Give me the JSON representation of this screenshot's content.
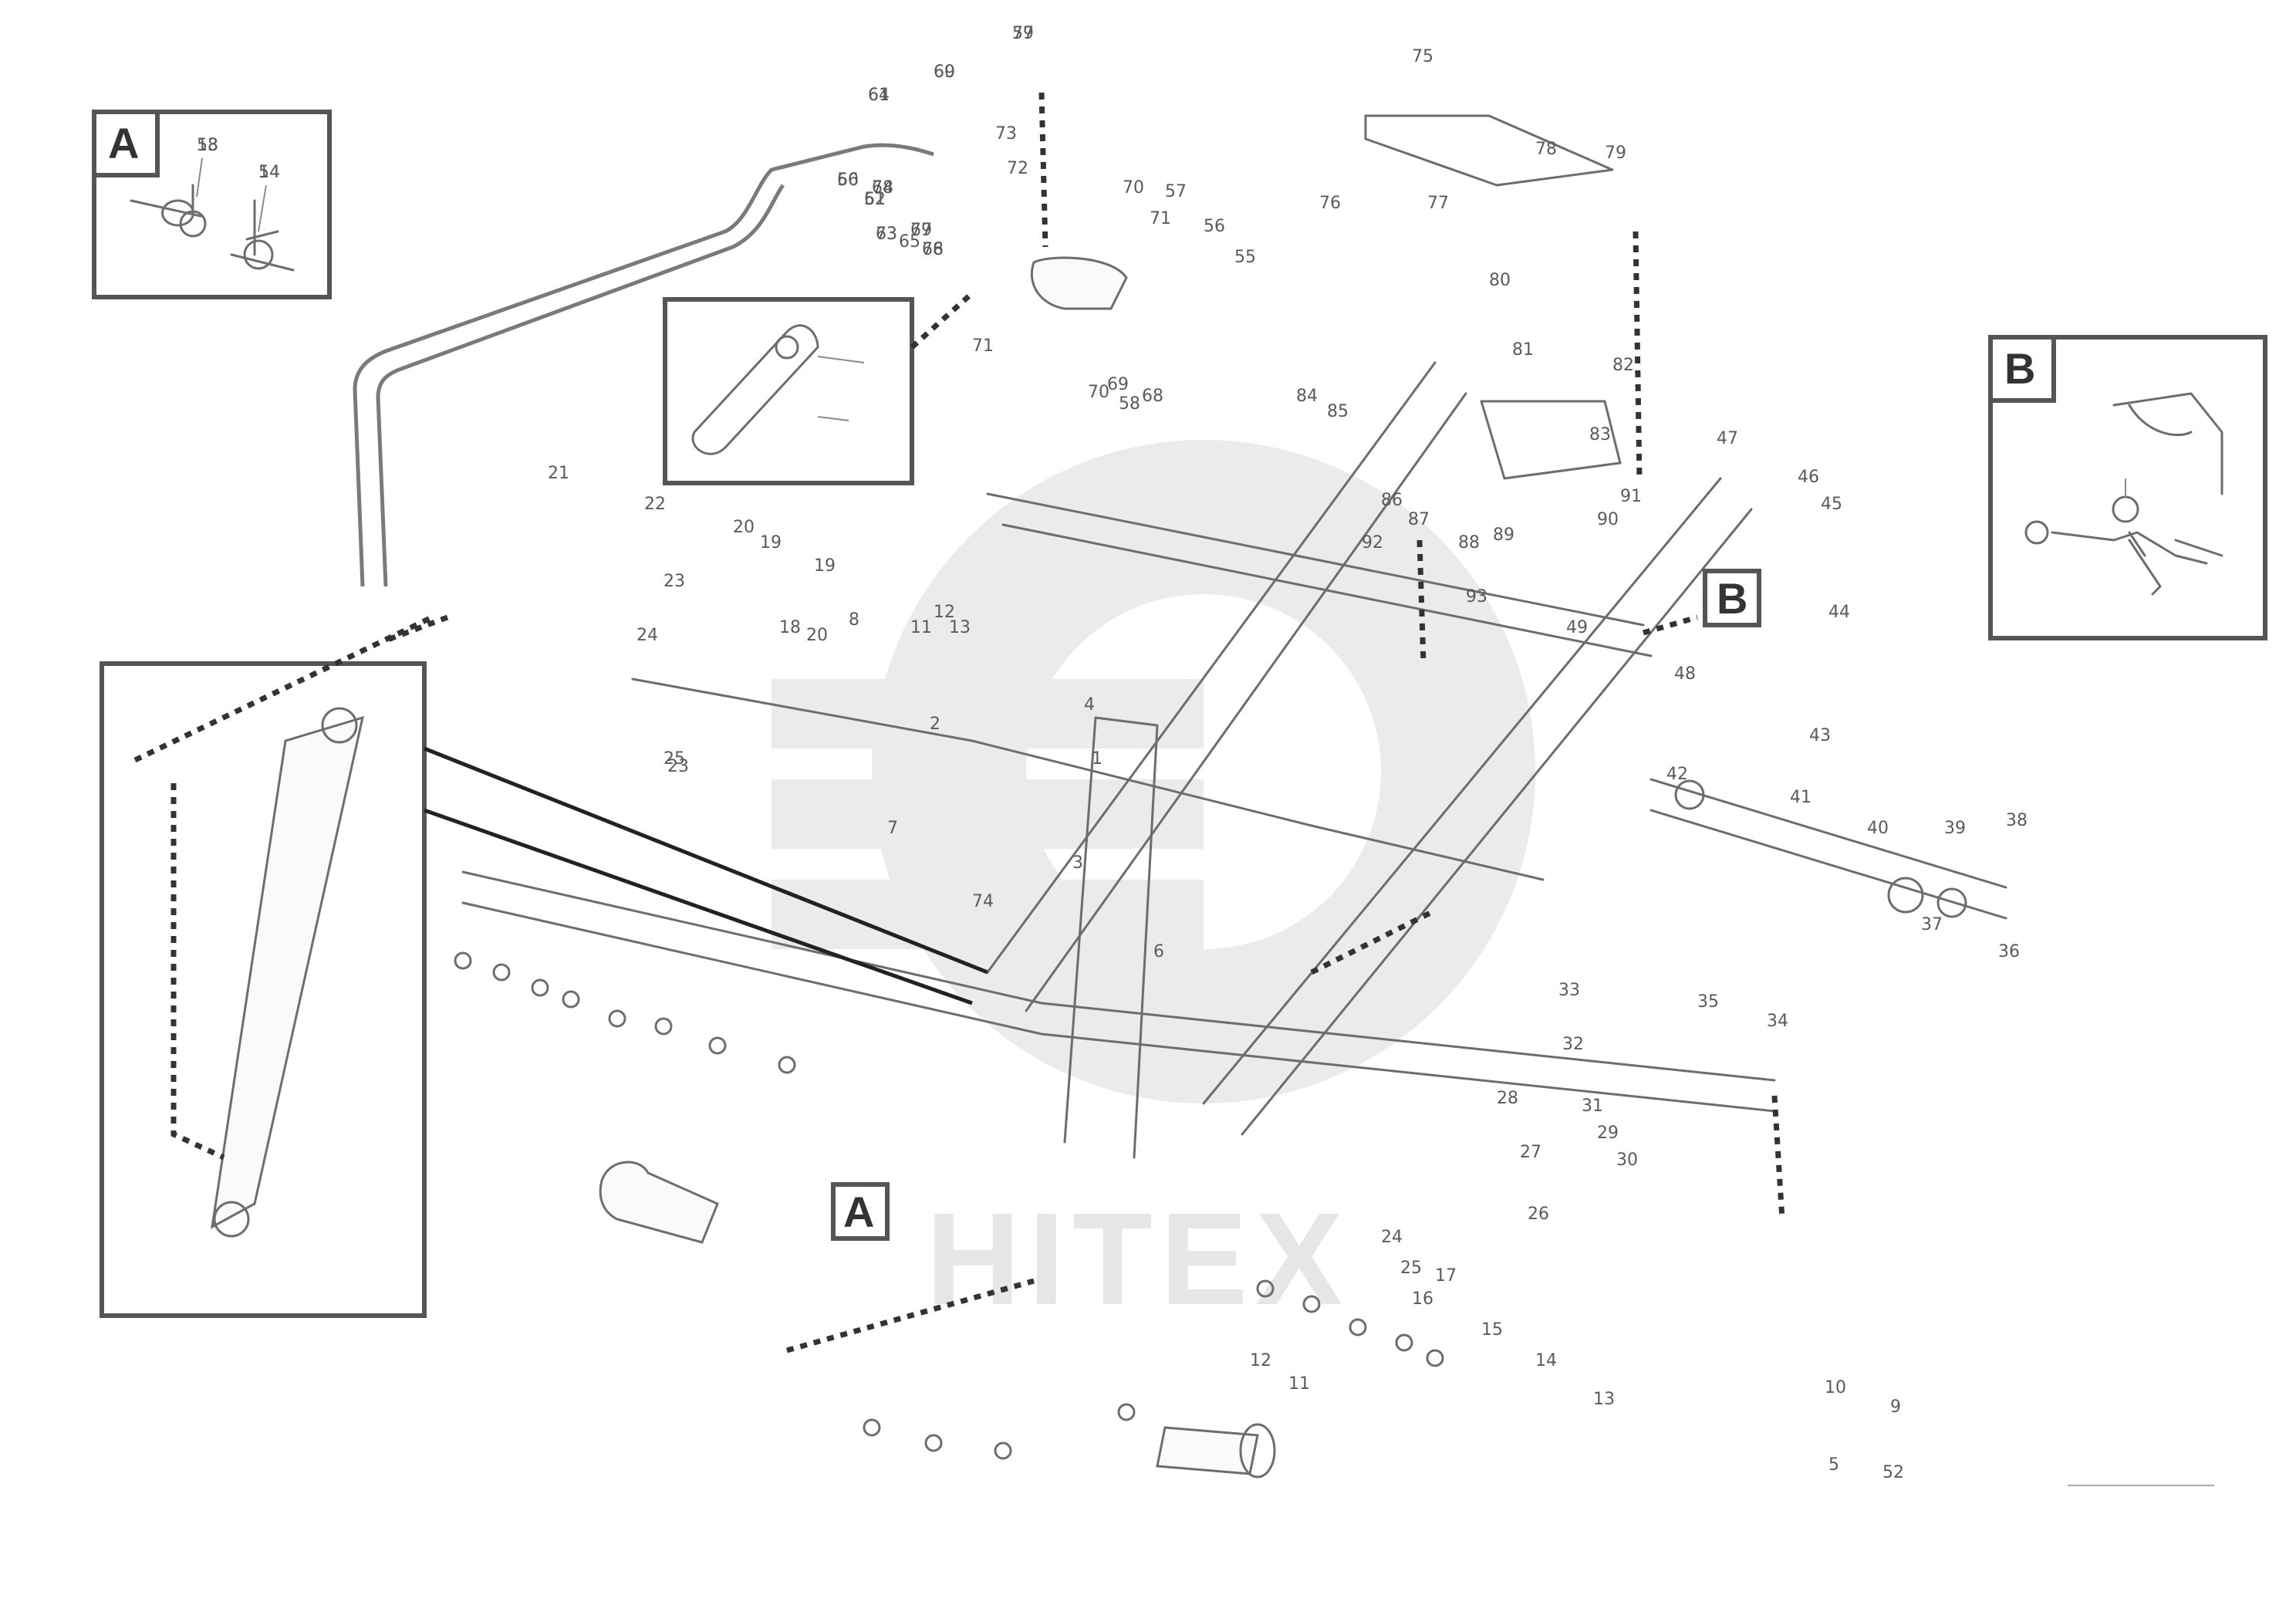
{
  "watermark": {
    "text": "HITEX",
    "color": "#e6e6e6"
  },
  "views": [
    "A",
    "B",
    "B",
    "A"
  ],
  "callouts": [
    "18",
    "14",
    "77",
    "69",
    "64",
    "66",
    "62",
    "63",
    "67",
    "68",
    "64",
    "65",
    "73",
    "72",
    "70",
    "71",
    "71",
    "70",
    "69",
    "68",
    "58",
    "57",
    "56",
    "55",
    "21",
    "22",
    "23",
    "24",
    "25",
    "23",
    "12",
    "11",
    "13",
    "20",
    "19",
    "18",
    "20",
    "19",
    "8",
    "4",
    "3",
    "6",
    "7",
    "1",
    "2",
    "74",
    "75",
    "76",
    "77",
    "78",
    "79",
    "80",
    "81",
    "82",
    "83",
    "84",
    "85",
    "86",
    "87",
    "88",
    "89",
    "90",
    "91",
    "92",
    "93",
    "49",
    "48",
    "47",
    "46",
    "45",
    "44",
    "43",
    "42",
    "41",
    "40",
    "39",
    "38",
    "37",
    "36",
    "35",
    "34",
    "33",
    "32",
    "31",
    "30",
    "29",
    "28",
    "27",
    "26",
    "25",
    "24",
    "17",
    "16",
    "15",
    "14",
    "13",
    "12",
    "11",
    "10",
    "9",
    "5",
    "52",
    "53",
    "54",
    "59",
    "60",
    "61",
    "50",
    "51",
    "73",
    "79",
    "76",
    "78"
  ],
  "drawing_ref": [
    "",
    "",
    ""
  ]
}
